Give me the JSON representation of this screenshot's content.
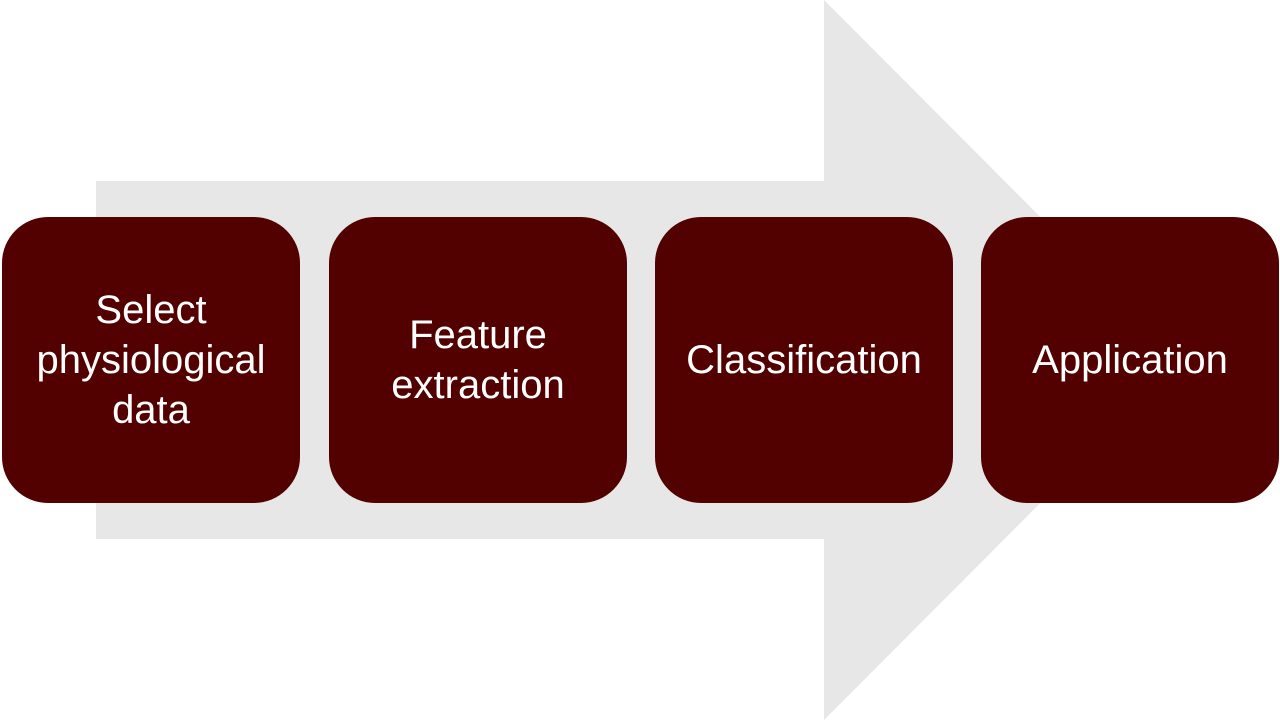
{
  "colors": {
    "arrow": "#e7e7e7",
    "box": "#520000",
    "text": "#ffffff"
  },
  "steps": [
    {
      "label": "Select\nphysiological\ndata"
    },
    {
      "label": "Feature\nextraction"
    },
    {
      "label": "Classification"
    },
    {
      "label": "Application"
    }
  ]
}
